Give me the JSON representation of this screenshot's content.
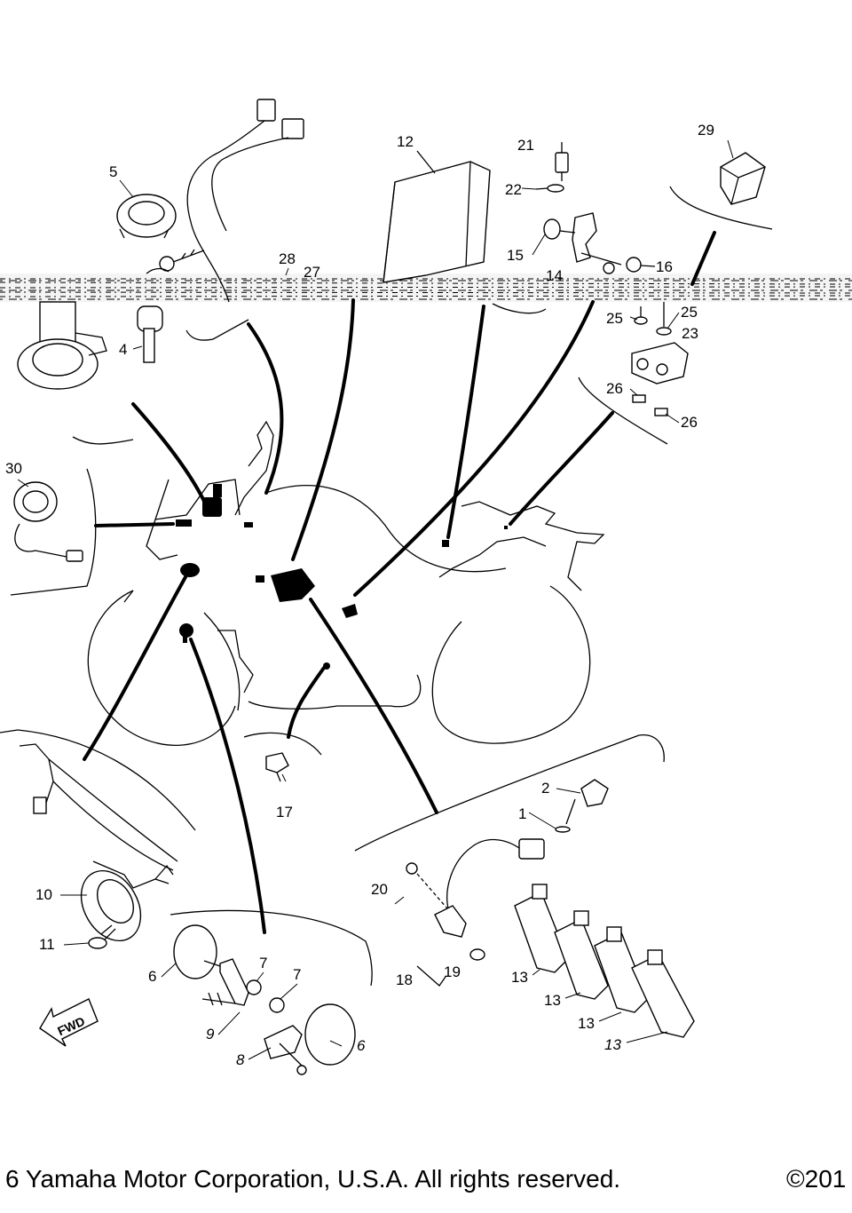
{
  "parts": [
    {
      "id": "p1",
      "label": "1"
    },
    {
      "id": "p2",
      "label": "2"
    },
    {
      "id": "p4",
      "label": "4"
    },
    {
      "id": "p5",
      "label": "5"
    },
    {
      "id": "p6a",
      "label": "6"
    },
    {
      "id": "p6b",
      "label": "6"
    },
    {
      "id": "p7a",
      "label": "7"
    },
    {
      "id": "p7b",
      "label": "7"
    },
    {
      "id": "p8",
      "label": "8"
    },
    {
      "id": "p9",
      "label": "9"
    },
    {
      "id": "p10",
      "label": "10"
    },
    {
      "id": "p11",
      "label": "11"
    },
    {
      "id": "p12",
      "label": "12"
    },
    {
      "id": "p13a",
      "label": "13"
    },
    {
      "id": "p13b",
      "label": "13"
    },
    {
      "id": "p13c",
      "label": "13"
    },
    {
      "id": "p13d",
      "label": "13"
    },
    {
      "id": "p14",
      "label": "14"
    },
    {
      "id": "p15",
      "label": "15"
    },
    {
      "id": "p16",
      "label": "16"
    },
    {
      "id": "p17",
      "label": "17"
    },
    {
      "id": "p18",
      "label": "18"
    },
    {
      "id": "p19",
      "label": "19"
    },
    {
      "id": "p20",
      "label": "20"
    },
    {
      "id": "p21",
      "label": "21"
    },
    {
      "id": "p22",
      "label": "22"
    },
    {
      "id": "p23",
      "label": "23"
    },
    {
      "id": "p25a",
      "label": "25"
    },
    {
      "id": "p25b",
      "label": "25"
    },
    {
      "id": "p26a",
      "label": "26"
    },
    {
      "id": "p26b",
      "label": "26"
    },
    {
      "id": "p27",
      "label": "27"
    },
    {
      "id": "p28",
      "label": "28"
    },
    {
      "id": "p29",
      "label": "29"
    },
    {
      "id": "p30",
      "label": "30"
    }
  ],
  "fwd_label": "FWD",
  "footer": {
    "copyright": "6 Yamaha Motor Corporation, U.S.A. All rights reserved.",
    "year": "©201"
  }
}
